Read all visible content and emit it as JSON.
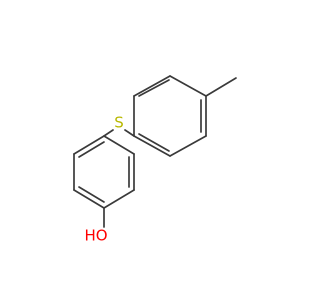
{
  "molecule": {
    "atoms": [
      {
        "id": "S",
        "element": "S",
        "label": "S",
        "color": "#b8b800"
      },
      {
        "id": "O",
        "element": "O",
        "label": "HO",
        "color": "#ff0000"
      }
    ],
    "bond_color": "#3a3a3a"
  }
}
